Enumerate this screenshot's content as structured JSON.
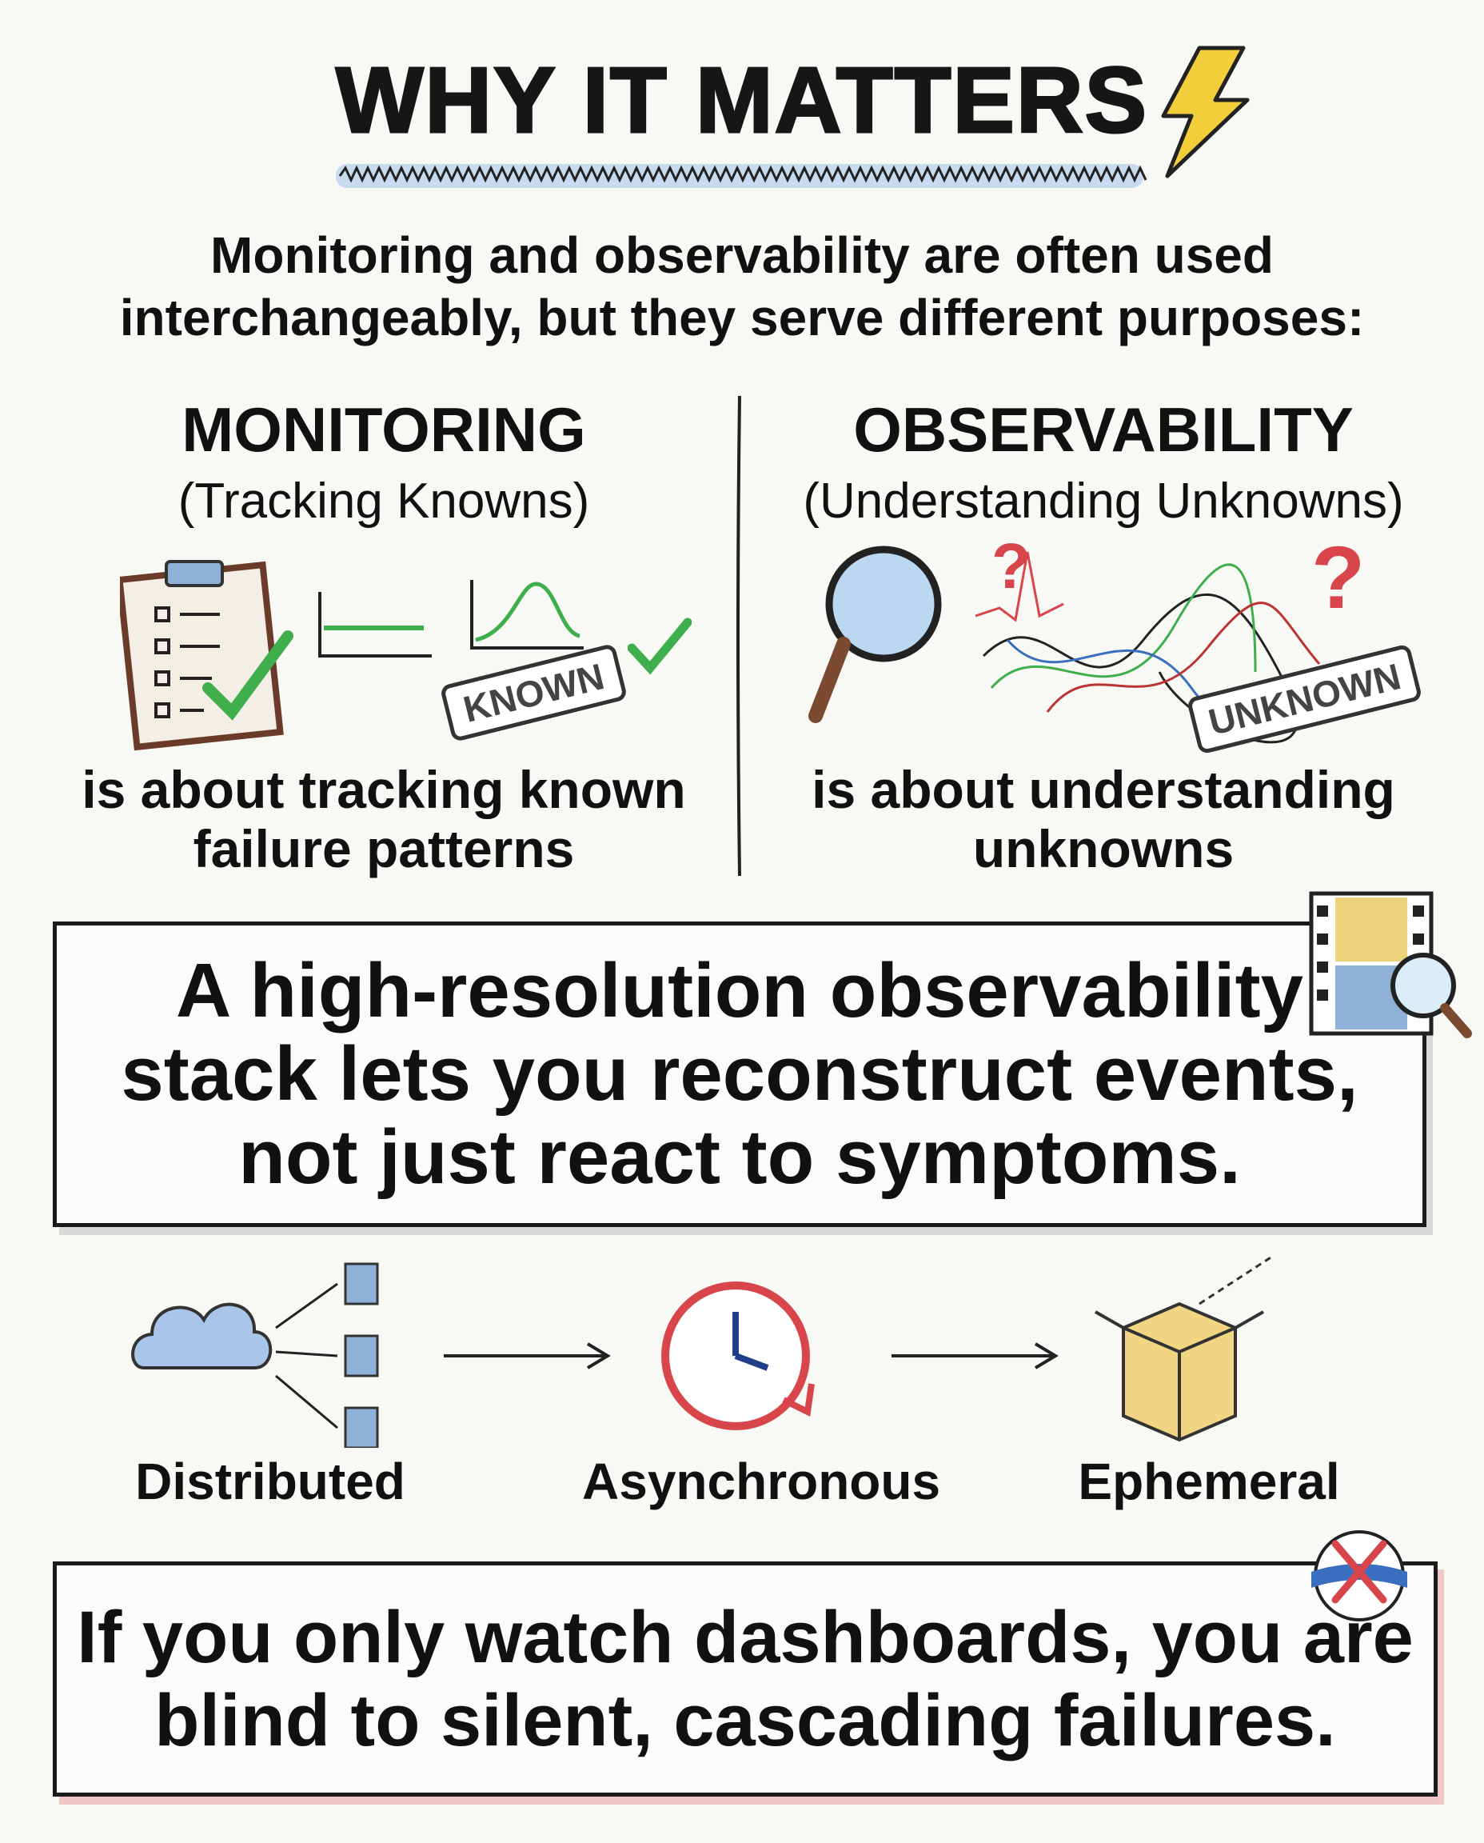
{
  "title": "WHY IT MATTERS",
  "intro": {
    "line1": "Monitoring and observability are often used",
    "line2": "interchangeably, but they serve different purposes:"
  },
  "monitoring": {
    "heading": "MONITORING",
    "subheading": "(Tracking Knowns)",
    "stamp": "KNOWN",
    "desc1": "is about tracking known",
    "desc2": "failure patterns"
  },
  "observability": {
    "heading": "OBSERVABILITY",
    "subheading": "(Understanding Unknowns)",
    "stamp": "UNKNOWN",
    "desc1": "is about understanding",
    "desc2": "unknowns"
  },
  "callout1": {
    "line1": "A high-resolution observability",
    "line2": "stack lets you reconstruct events,",
    "line3": "not just react to symptoms."
  },
  "flow": [
    {
      "label": "Distributed",
      "icon": "cloud-servers-icon"
    },
    {
      "label": "Asynchronous",
      "icon": "clock-icon"
    },
    {
      "label": "Ephemeral",
      "icon": "open-box-icon"
    }
  ],
  "callout2": {
    "line1": "If you only watch dashboards, you are",
    "line2": "blind to silent, cascading failures."
  },
  "colors": {
    "accent_blue": "#7aa6d8",
    "accent_yellow": "#f2cf3a",
    "check_green": "#3fae4c",
    "alert_red": "#d8454a"
  }
}
